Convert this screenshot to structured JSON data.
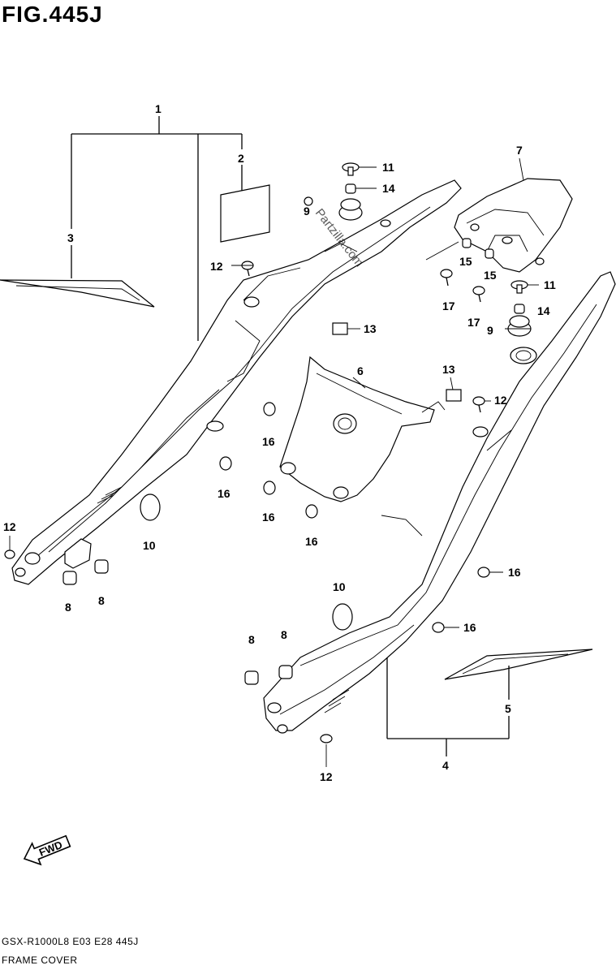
{
  "figure": {
    "title": "FIG.445J",
    "model_code": "GSX-R1000L8  E03  E28  445J",
    "section_name": "FRAME COVER",
    "watermark": "Partzilla.com",
    "fwd_label": "FWD"
  },
  "callouts": [
    {
      "id": "c1",
      "text": "1"
    },
    {
      "id": "c2",
      "text": "2"
    },
    {
      "id": "c3",
      "text": "3"
    },
    {
      "id": "c4",
      "text": "4"
    },
    {
      "id": "c5",
      "text": "5"
    },
    {
      "id": "c6",
      "text": "6"
    },
    {
      "id": "c7",
      "text": "7"
    },
    {
      "id": "c8a",
      "text": "8"
    },
    {
      "id": "c8b",
      "text": "8"
    },
    {
      "id": "c8c",
      "text": "8"
    },
    {
      "id": "c8d",
      "text": "8"
    },
    {
      "id": "c9a",
      "text": "9"
    },
    {
      "id": "c9b",
      "text": "9"
    },
    {
      "id": "c10a",
      "text": "10"
    },
    {
      "id": "c10b",
      "text": "10"
    },
    {
      "id": "c11a",
      "text": "11"
    },
    {
      "id": "c11b",
      "text": "11"
    },
    {
      "id": "c12a",
      "text": "12"
    },
    {
      "id": "c12b",
      "text": "12"
    },
    {
      "id": "c12c",
      "text": "12"
    },
    {
      "id": "c12d",
      "text": "12"
    },
    {
      "id": "c13a",
      "text": "13"
    },
    {
      "id": "c13b",
      "text": "13"
    },
    {
      "id": "c14a",
      "text": "14"
    },
    {
      "id": "c14b",
      "text": "14"
    },
    {
      "id": "c15a",
      "text": "15"
    },
    {
      "id": "c15b",
      "text": "15"
    },
    {
      "id": "c16a",
      "text": "16"
    },
    {
      "id": "c16b",
      "text": "16"
    },
    {
      "id": "c16c",
      "text": "16"
    },
    {
      "id": "c16d",
      "text": "16"
    },
    {
      "id": "c16e",
      "text": "16"
    },
    {
      "id": "c16f",
      "text": "16"
    },
    {
      "id": "c17a",
      "text": "17"
    },
    {
      "id": "c17b",
      "text": "17"
    }
  ]
}
